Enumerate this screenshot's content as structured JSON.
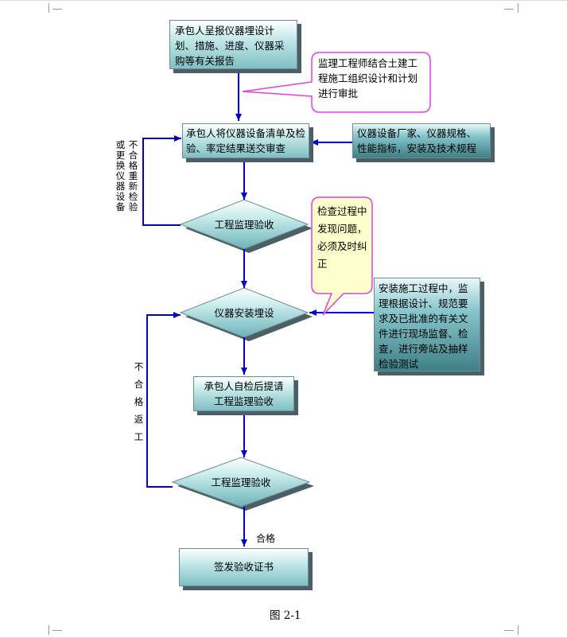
{
  "boxes": {
    "submit_plan": "承包人呈报仪器埋设计划、措施、进度、仪器采购等有关报告",
    "submit_list": "承包人将仪器设备清单及检验、率定结果送交审查",
    "factory_info": "仪器设备厂家、仪器规格、性能指标，安装及技术规程",
    "self_check": "承包人自检后提请工程监理验收",
    "sign_cert": "签发验收证书",
    "install_supervision": "安装施工过程中，监理根据设计、规范要求及已批准的有关文件进行现场监督、检查，进行旁站及抽样检验测试"
  },
  "decisions": {
    "accept_1": "工程监理验收",
    "install": "仪器安装埋设",
    "accept_2": "工程监理验收"
  },
  "notes": {
    "engineer_review": "监理工程师结合土建工程施工组织设计和计划进行审批",
    "fix_problems": "检查过程中发现问题，必须及时纠正"
  },
  "edge_labels": {
    "reject_retest_col1": "不合格重新检验",
    "reject_retest_col2": "或更换仪器设备",
    "reject_rework": "不合格返工",
    "pass": "合格"
  },
  "caption": "图 2-1",
  "colors": {
    "arrow": "#0000cc",
    "note_magenta": "#e040e0",
    "note_fill_yellow": "#ffffcc"
  }
}
